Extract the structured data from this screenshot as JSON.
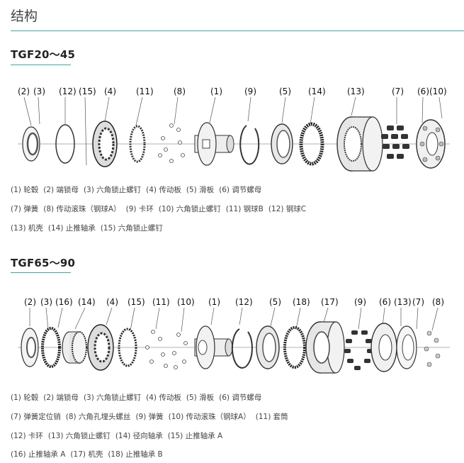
{
  "page": {
    "title": "结构"
  },
  "sections": [
    {
      "title": "TGF20～45",
      "callouts": [
        "(2)",
        "(3)",
        "(12)",
        "(15)",
        "(4)",
        "(11)",
        "(8)",
        "(1)",
        "(9)",
        "(5)",
        "(14)",
        "(13)",
        "(7)",
        "(6)",
        "(10)"
      ],
      "legend": [
        [
          "(1) 轮毂",
          "(2) 端锁母",
          "(3) 六角锁止螺钉",
          "(4) 传动板",
          "(5) 滑板",
          "(6) 调节螺母"
        ],
        [
          "(7) 弹簧",
          "(8) 传动滚珠（钢球A）",
          "(9) 卡环",
          "(10) 六角锁止螺钉",
          "(11) 钢球B",
          "(12) 钢球C"
        ],
        [
          "(13) 机壳",
          "(14) 止推轴承",
          "(15) 六角锁止螺钉"
        ]
      ]
    },
    {
      "title": "TGF65～90",
      "callouts": [
        "(2)",
        "(3)",
        "(16)",
        "(14)",
        "(4)",
        "(15)",
        "(11)",
        "(10)",
        "(1)",
        "(12)",
        "(5)",
        "(18)",
        "(17)",
        "(9)",
        "(6)",
        "(13)",
        "(7)",
        "(8)"
      ],
      "legend": [
        [
          "(1) 轮毂",
          "(2) 端锁母",
          "(3) 六角锁止螺钉",
          "(4) 传动板",
          "(5) 滑板",
          "(6) 调节螺母"
        ],
        [
          "(7) 弹簧定位销",
          "(8) 六角孔埋头螺丝",
          "(9) 弹簧",
          "(10) 传动滚珠（钢球A）",
          "(11) 套筒"
        ],
        [
          "(12) 卡环",
          "(13) 六角锁止螺钉",
          "(14) 径向轴承",
          "(15) 止推轴承 A"
        ],
        [
          "(16) 止推轴承 A",
          "(17) 机壳",
          "(18) 止推轴承 B"
        ]
      ]
    }
  ]
}
